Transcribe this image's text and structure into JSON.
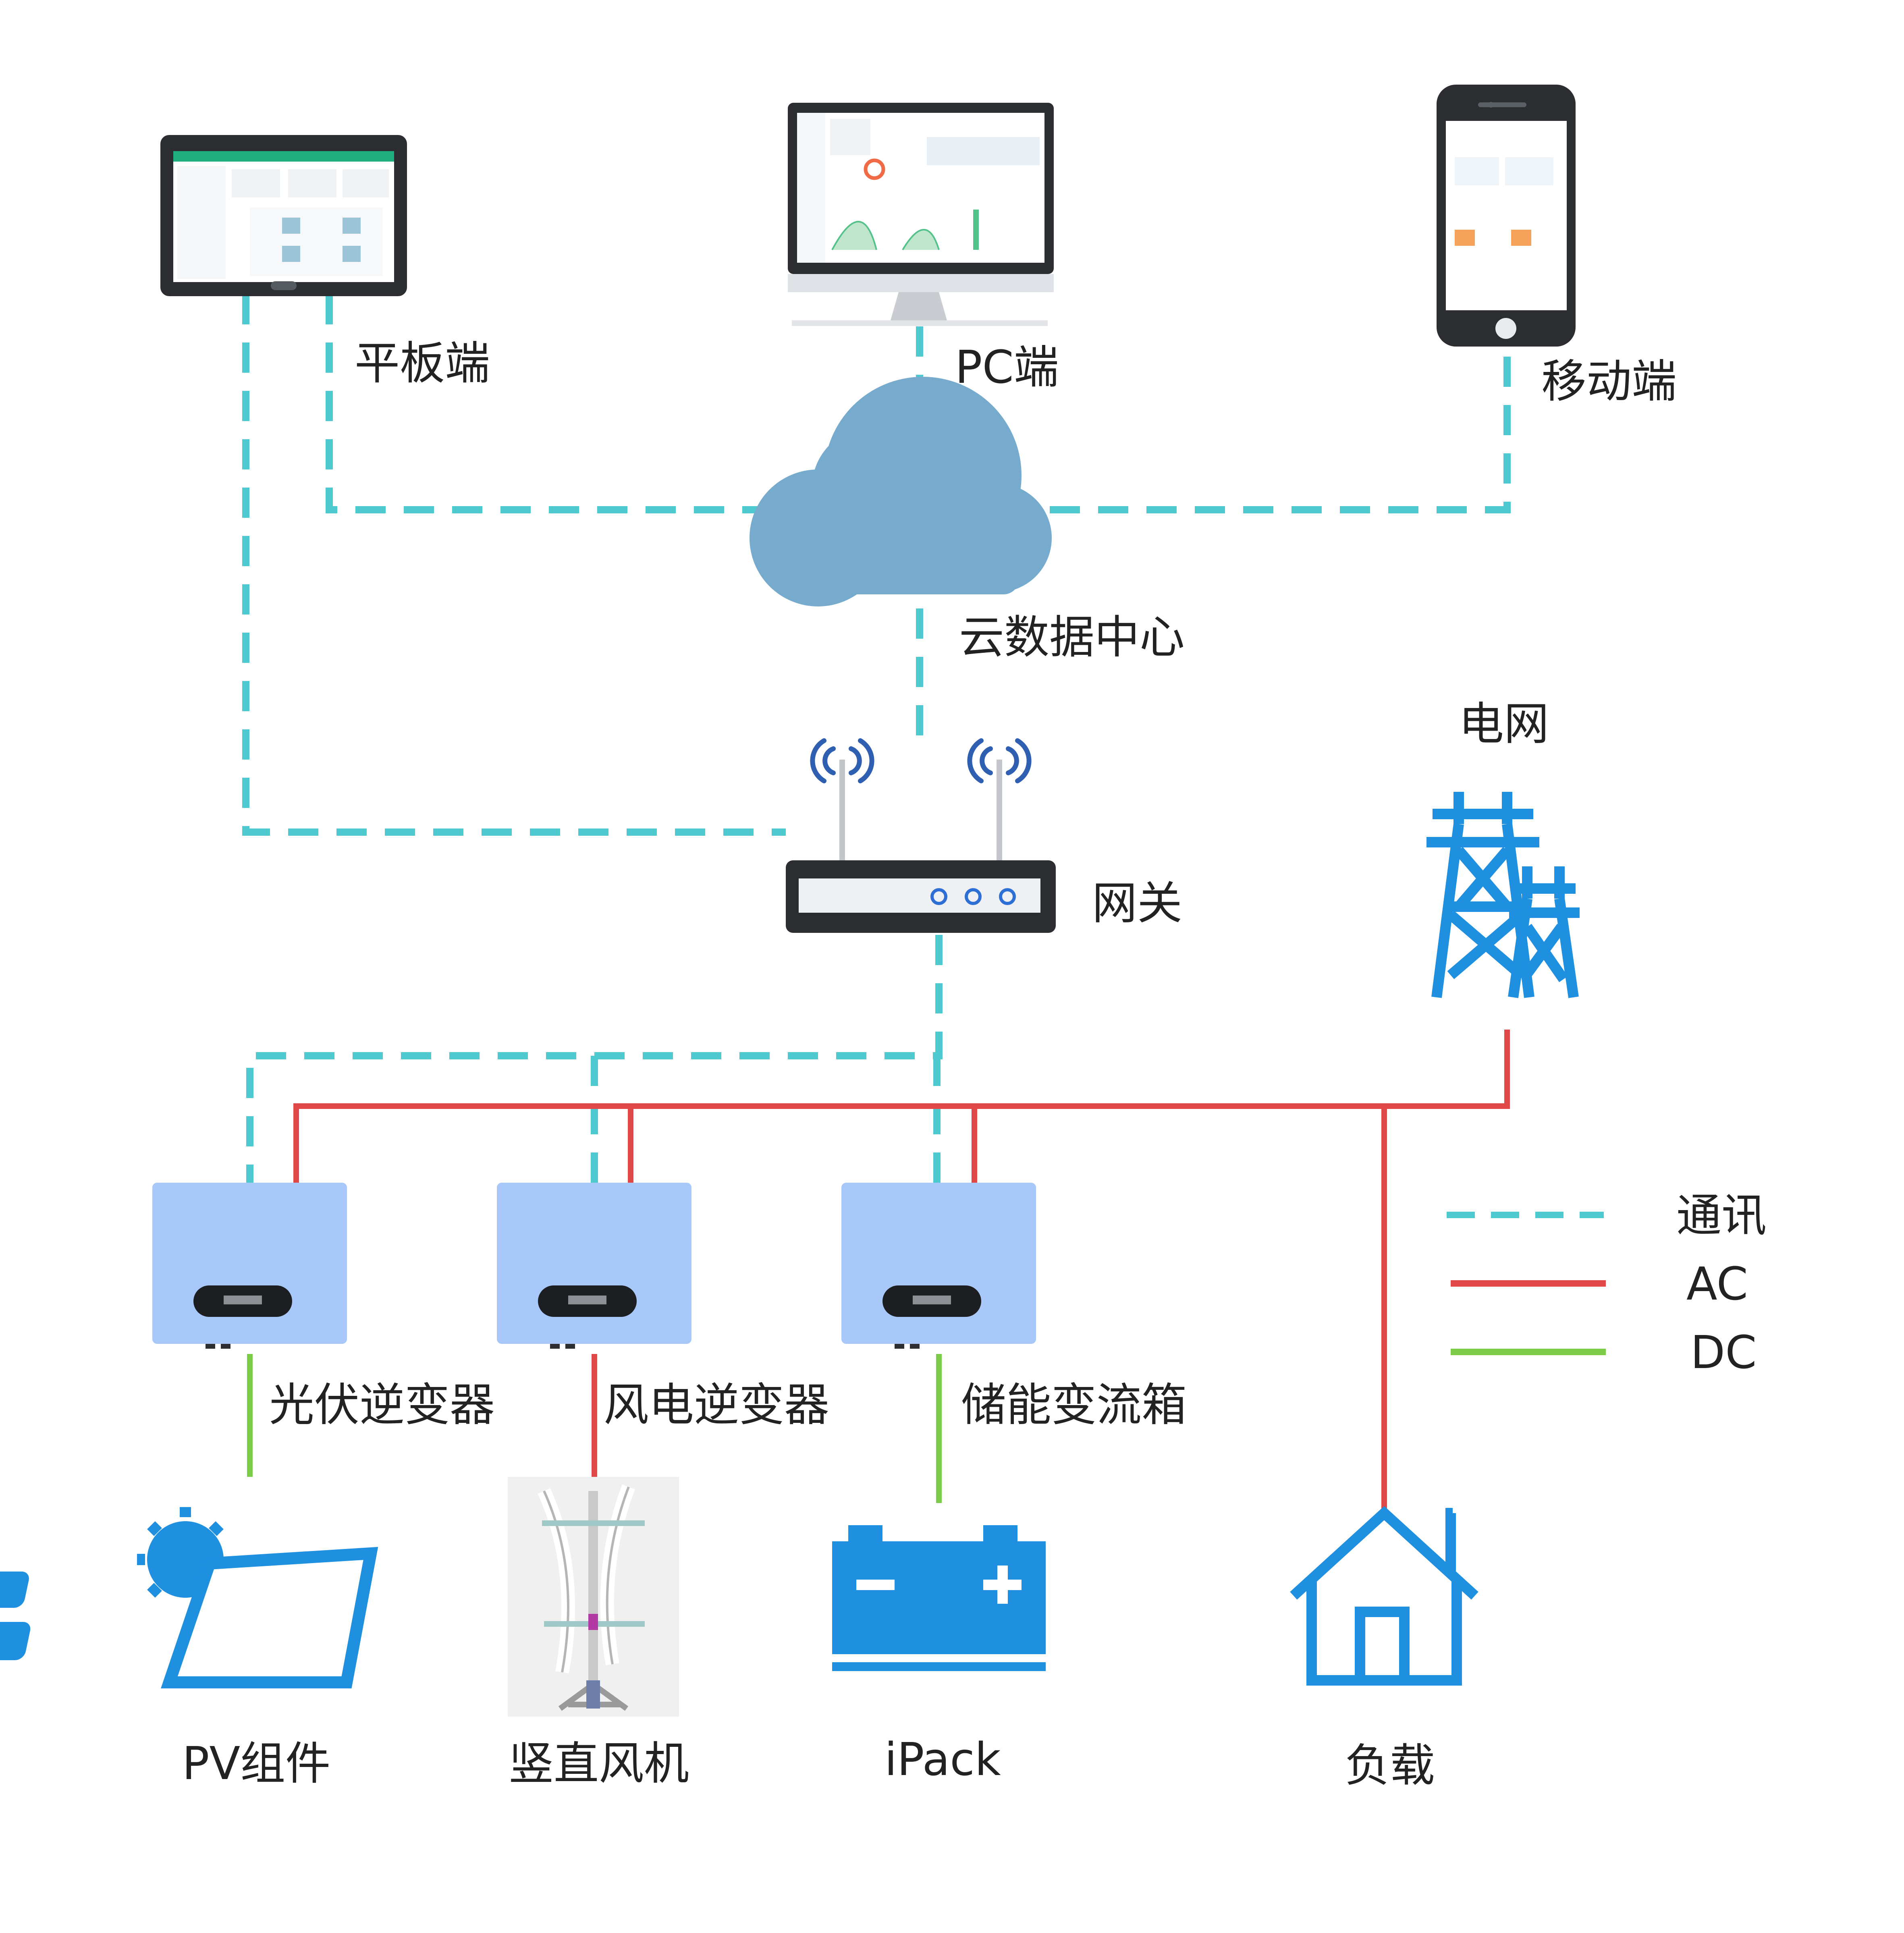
{
  "labels": {
    "tablet": "平板端",
    "pc": "PC端",
    "mobile": "移动端",
    "cloud": "云数据中心",
    "gateway": "网关",
    "grid": "电网",
    "pv_inverter": "光伏逆变器",
    "wind_inverter": "风电逆变器",
    "storage_pcs": "储能变流箱",
    "pv_module": "PV组件",
    "vertical_turbine": "竖直风机",
    "ipack": "iPack",
    "load": "负载"
  },
  "legend": [
    {
      "label": "通讯",
      "color": "#4ec9cf",
      "style": "dashed"
    },
    {
      "label": "AC",
      "color": "#e04848",
      "style": "solid"
    },
    {
      "label": "DC",
      "color": "#7ccc48",
      "style": "solid"
    }
  ],
  "icons": {
    "tablet": "tablet-icon",
    "pc": "monitor-icon",
    "mobile": "smartphone-icon",
    "cloud": "cloud-icon",
    "gateway": "router-icon",
    "grid": "power-tower-icon",
    "inverter": "inverter-icon",
    "pv": "solar-panel-icon",
    "turbine": "vertical-wind-turbine-icon",
    "battery": "battery-icon",
    "load": "house-icon"
  },
  "colors": {
    "comm": "#4ec9cf",
    "ac": "#e04848",
    "dc": "#7ccc48",
    "cloud": "#77abcd",
    "icon_blue": "#1f8fe0",
    "inverter": "#a7c8f8"
  }
}
